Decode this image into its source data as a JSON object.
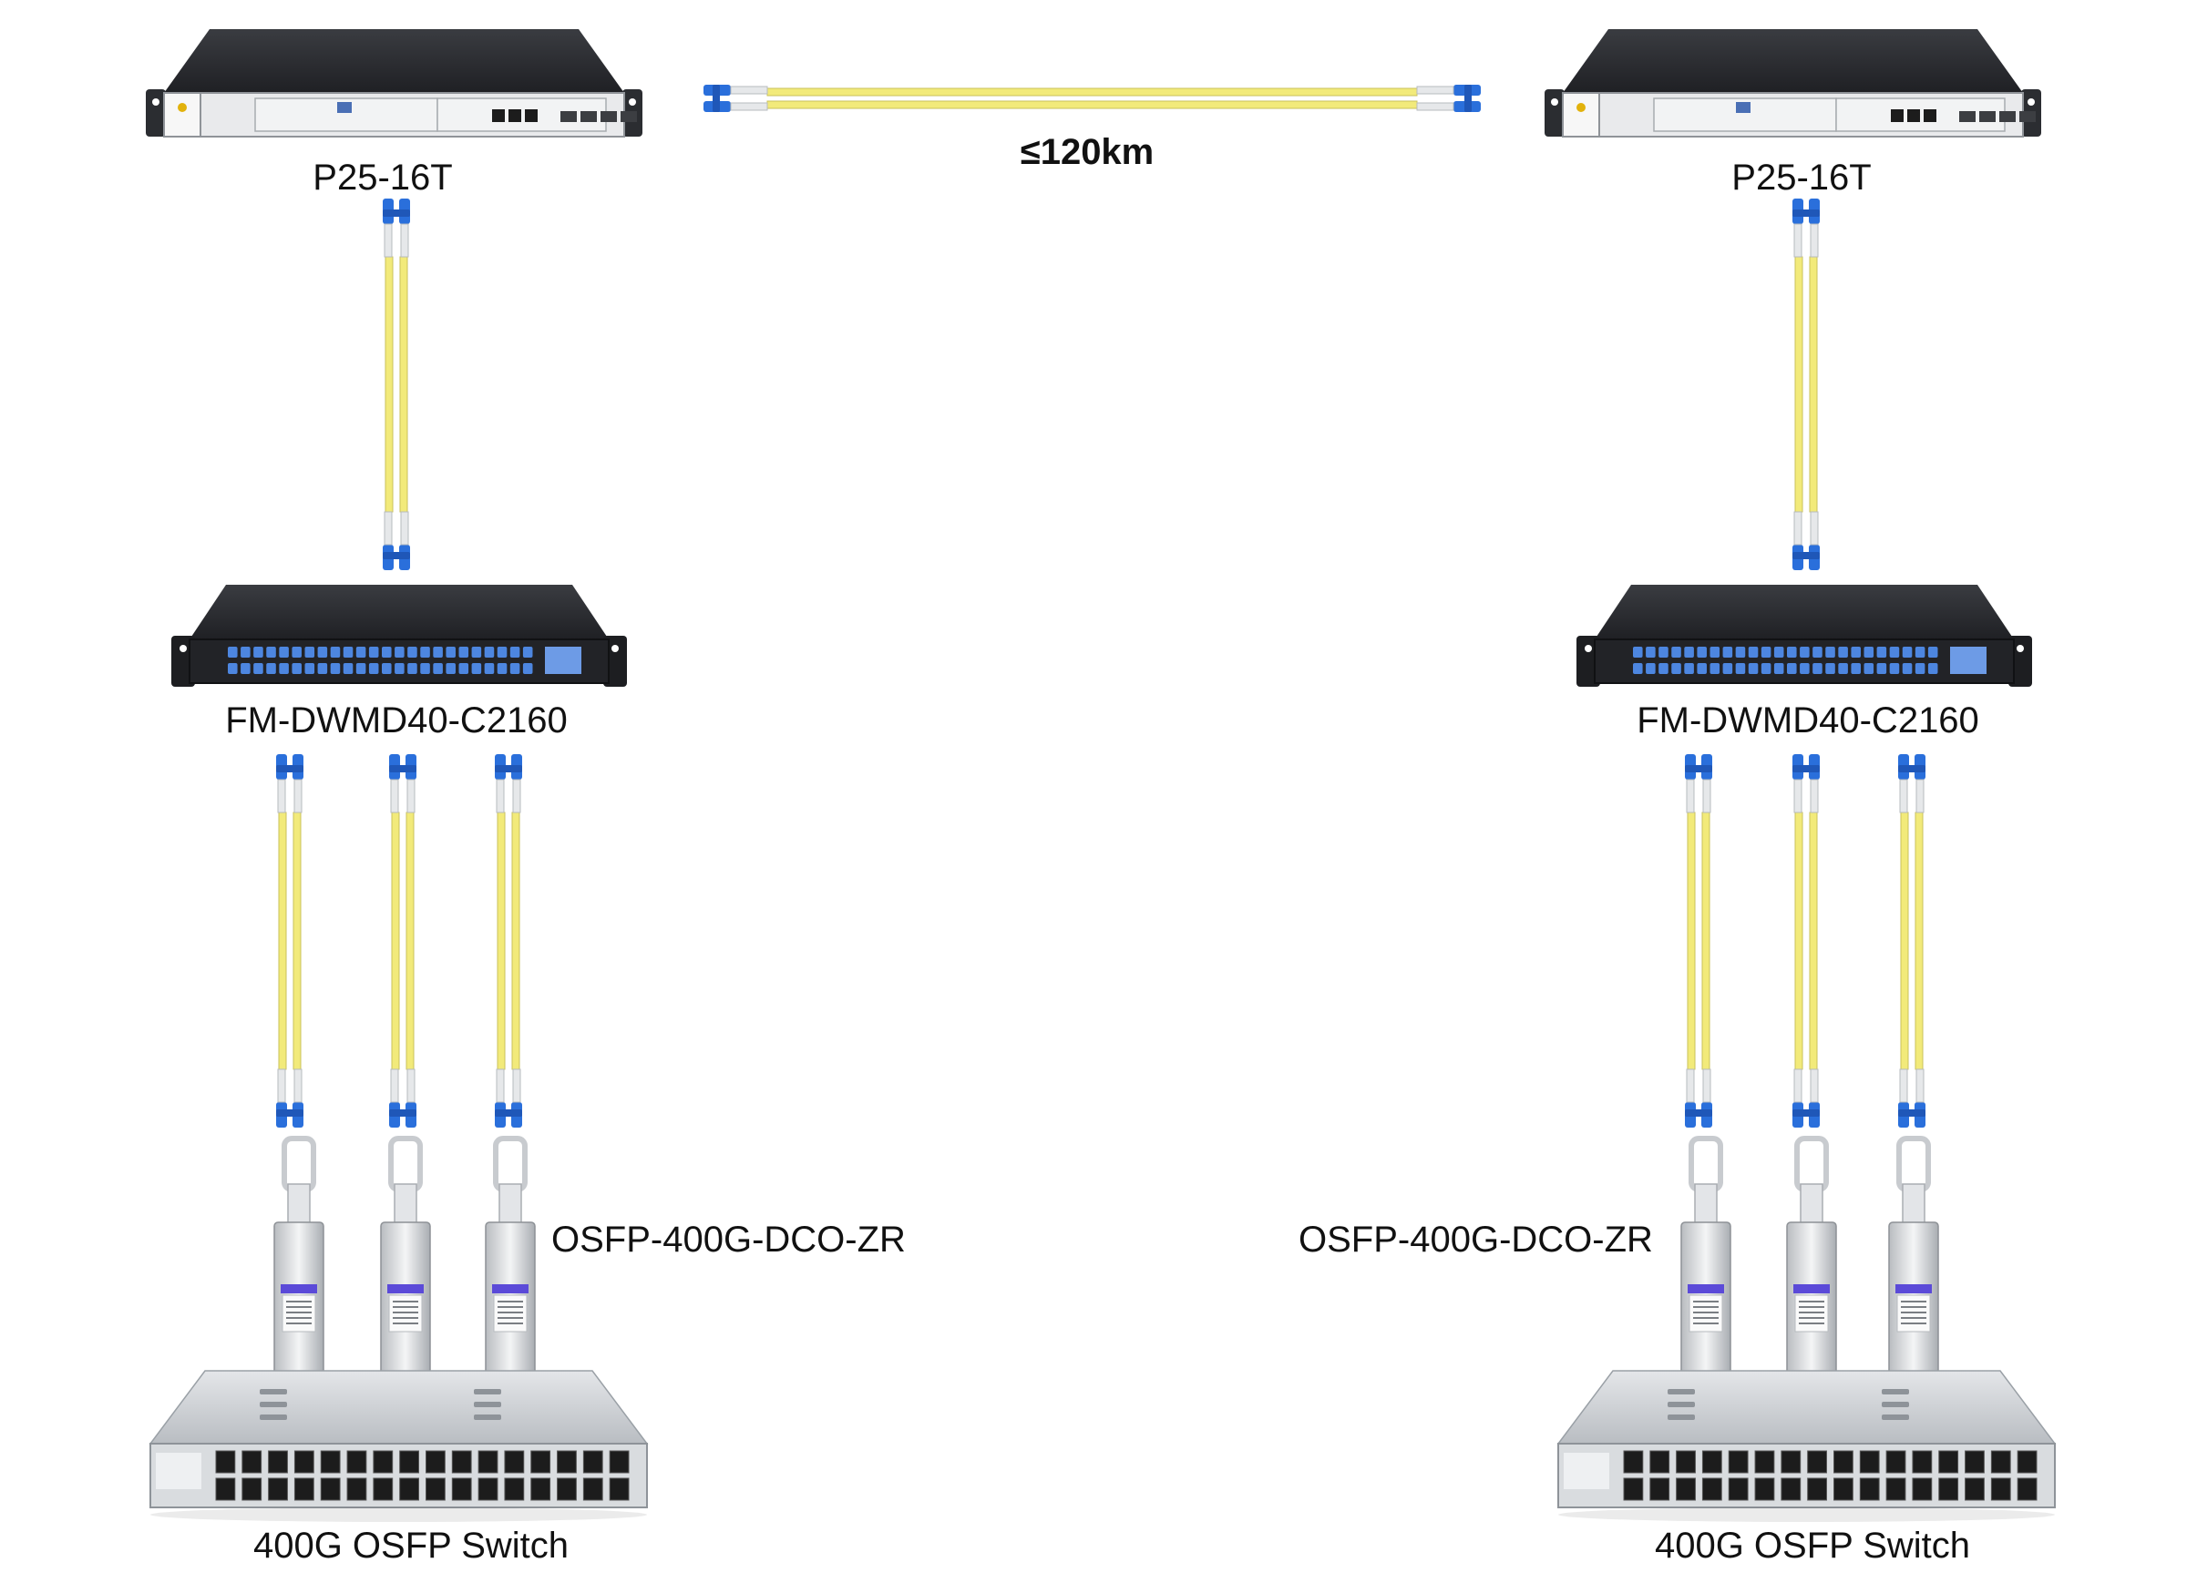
{
  "labels": {
    "distance": "≤120km",
    "left_transponder": "P25-16T",
    "right_transponder": "P25-16T",
    "left_mux": "FM-DWMD40-C2160",
    "right_mux": "FM-DWMD40-C2160",
    "left_module": "OSFP-400G-DCO-ZR",
    "right_module": "OSFP-400G-DCO-ZR",
    "left_switch": "400G OSFP Switch",
    "right_switch": "400G OSFP Switch"
  },
  "colors": {
    "fiber_yellow": "#f2ea7a",
    "fiber_edge": "#c9c25a",
    "connector_blue": "#2a6fdb",
    "chassis_dark": "#2b2d31",
    "chassis_front": "#e9eaec",
    "switch_silver": "#cfd2d6",
    "port_black": "#1c1c1c"
  },
  "icons": {
    "transponder": "rack-1u-transponder-icon",
    "mux": "dwdm-mux-icon",
    "switch": "osfp-switch-icon",
    "module": "osfp-transceiver-icon",
    "patch_cord": "lc-patch-cord-icon"
  }
}
